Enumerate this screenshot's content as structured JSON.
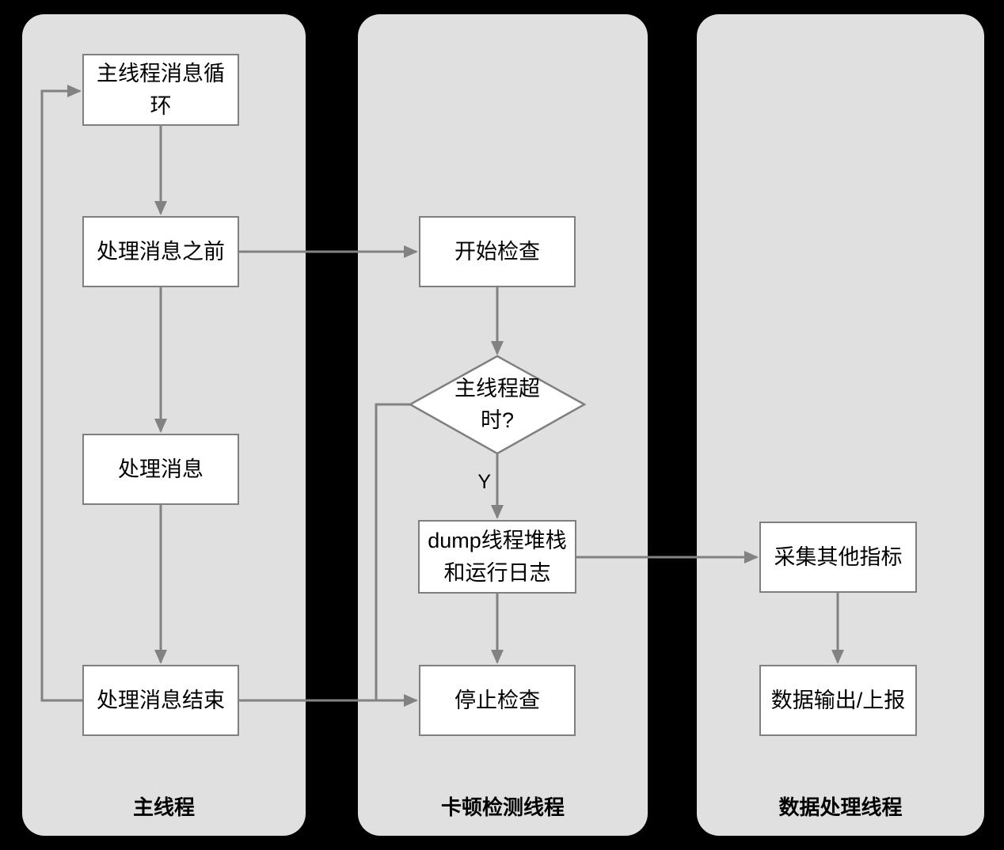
{
  "diagram": {
    "type": "flowchart",
    "lanes": [
      {
        "id": "main-thread",
        "title": "主线程"
      },
      {
        "id": "lag-detect-thread",
        "title": "卡顿检测线程"
      },
      {
        "id": "data-process-thread",
        "title": "数据处理线程"
      }
    ],
    "nodes": {
      "main_loop": {
        "label": "主线程消息循环",
        "shape": "rect",
        "lane": "主线程"
      },
      "before_msg": {
        "label": "处理消息之前",
        "shape": "rect",
        "lane": "主线程"
      },
      "process_msg": {
        "label": "处理消息",
        "shape": "rect",
        "lane": "主线程"
      },
      "end_msg": {
        "label": "处理消息结束",
        "shape": "rect",
        "lane": "主线程"
      },
      "start_check": {
        "label": "开始检查",
        "shape": "rect",
        "lane": "卡顿检测线程"
      },
      "timeout": {
        "label": "主线程超时?",
        "shape": "diamond",
        "lane": "卡顿检测线程"
      },
      "dump_stack": {
        "label": "dump线程堆栈和运行日志",
        "shape": "rect",
        "lane": "卡顿检测线程"
      },
      "stop_check": {
        "label": "停止检查",
        "shape": "rect",
        "lane": "卡顿检测线程"
      },
      "collect": {
        "label": "采集其他指标",
        "shape": "rect",
        "lane": "数据处理线程"
      },
      "output": {
        "label": "数据输出/上报",
        "shape": "rect",
        "lane": "数据处理线程"
      }
    },
    "edge_labels": {
      "yes": "Y"
    },
    "edges": [
      "main_loop -> before_msg",
      "before_msg -> process_msg",
      "process_msg -> end_msg",
      "end_msg -> main_loop (loop back)",
      "before_msg -> start_check",
      "start_check -> timeout",
      "timeout -Y-> dump_stack",
      "timeout -> stop_check (left branch merge)",
      "dump_stack -> stop_check",
      "end_msg -> stop_check",
      "dump_stack -> collect",
      "collect -> output"
    ],
    "colors": {
      "background": "#000000",
      "lane_fill": "#e0e0e0",
      "node_fill": "#ffffff",
      "node_border": "#7f7f7f",
      "connector": "#828282",
      "text": "#000000"
    }
  }
}
